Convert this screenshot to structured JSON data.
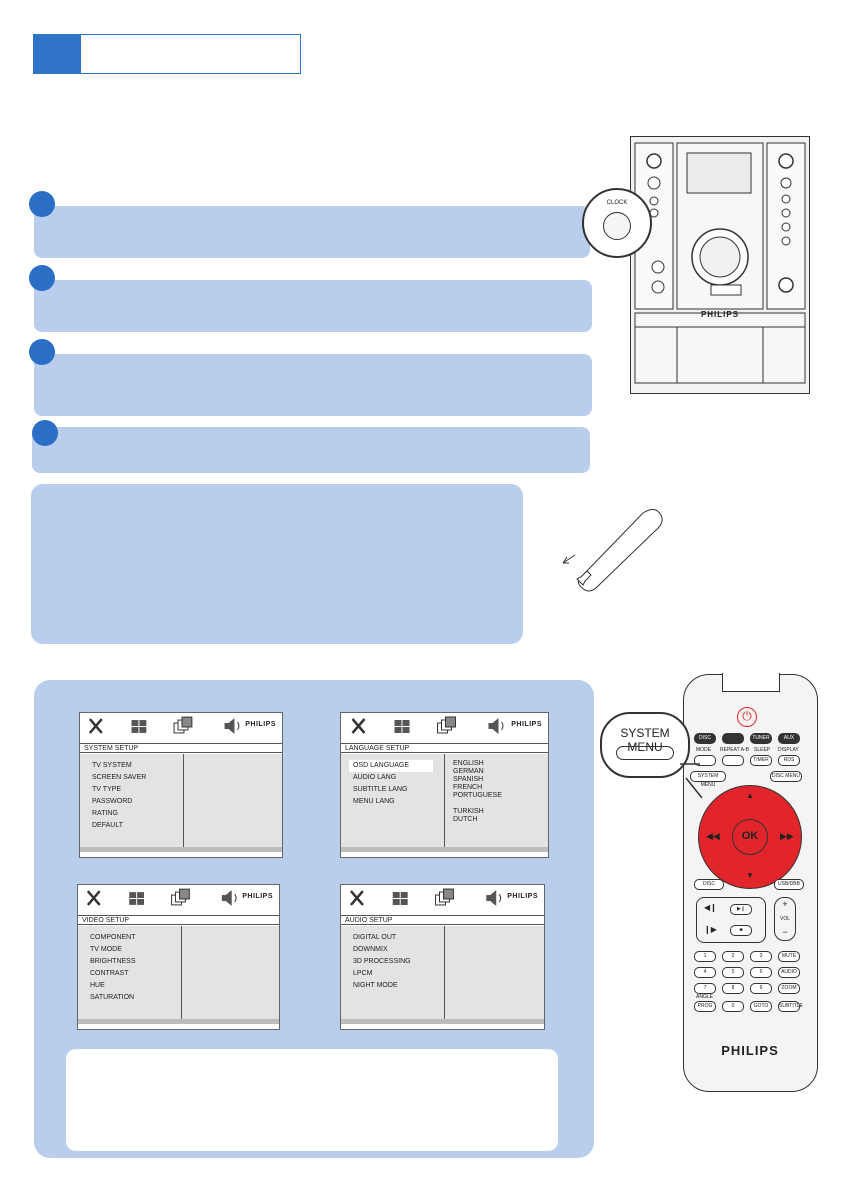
{
  "menu_screens": [
    {
      "title": "SYSTEM SETUP",
      "items": [
        "TV SYSTEM",
        "SCREEN SAVER",
        "TV TYPE",
        "PASSWORD",
        "RATING",
        "DEFAULT"
      ],
      "options": []
    },
    {
      "title": "LANGUAGE SETUP",
      "items": [
        "OSD LANGUAGE",
        "AUDIO LANG",
        "SUBTITLE LANG",
        "MENU LANG"
      ],
      "options": [
        "ENGLISH",
        "GERMAN",
        "SPANISH",
        "FRENCH",
        "PORTUGUESE",
        "",
        "TURKISH",
        "DUTCH"
      ]
    },
    {
      "title": "VIDEO SETUP",
      "items": [
        "COMPONENT",
        "TV MODE",
        "BRIGHTNESS",
        "CONTRAST",
        "HUE",
        "SATURATION"
      ],
      "options": []
    },
    {
      "title": "AUDIO SETUP",
      "items": [
        "DIGITAL OUT",
        "DOWNMIX",
        "3D PROCESSING",
        "LPCM",
        "NIGHT MODE"
      ],
      "options": []
    }
  ],
  "screen_brand": "PHILIPS",
  "stereo": {
    "brand": "PHILIPS",
    "clock_label": "CLOCK"
  },
  "remote": {
    "brand": "PHILIPS",
    "system_menu_label": "SYSTEM MENU",
    "ok_label": "OK",
    "row1": [
      "DISC",
      "",
      "TUNER",
      "AUX"
    ],
    "row2": [
      "MODE",
      "REPEAT A-B",
      "SLEEP",
      "DISPLAY"
    ],
    "row2b": [
      "",
      "",
      "TIMER",
      "RDS"
    ],
    "system_menu_small": "SYSTEM MENU",
    "disc_menu": "DISC MENU",
    "disc": "DISC",
    "usb_dbb": "USB/DBB",
    "vol": "VOL",
    "numbers": [
      "1",
      "2",
      "3",
      "MUTE",
      "4",
      "5",
      "6",
      "AUDIO",
      "7",
      "8",
      "9",
      "ZOOM",
      "PROG",
      "0",
      "GOTO",
      "SUBTITLE"
    ],
    "angle": "ANGLE"
  },
  "colors": {
    "accent_blue": "#2f74c9",
    "panel_blue": "#b9cdec",
    "highlight_red": "#e2242b"
  }
}
